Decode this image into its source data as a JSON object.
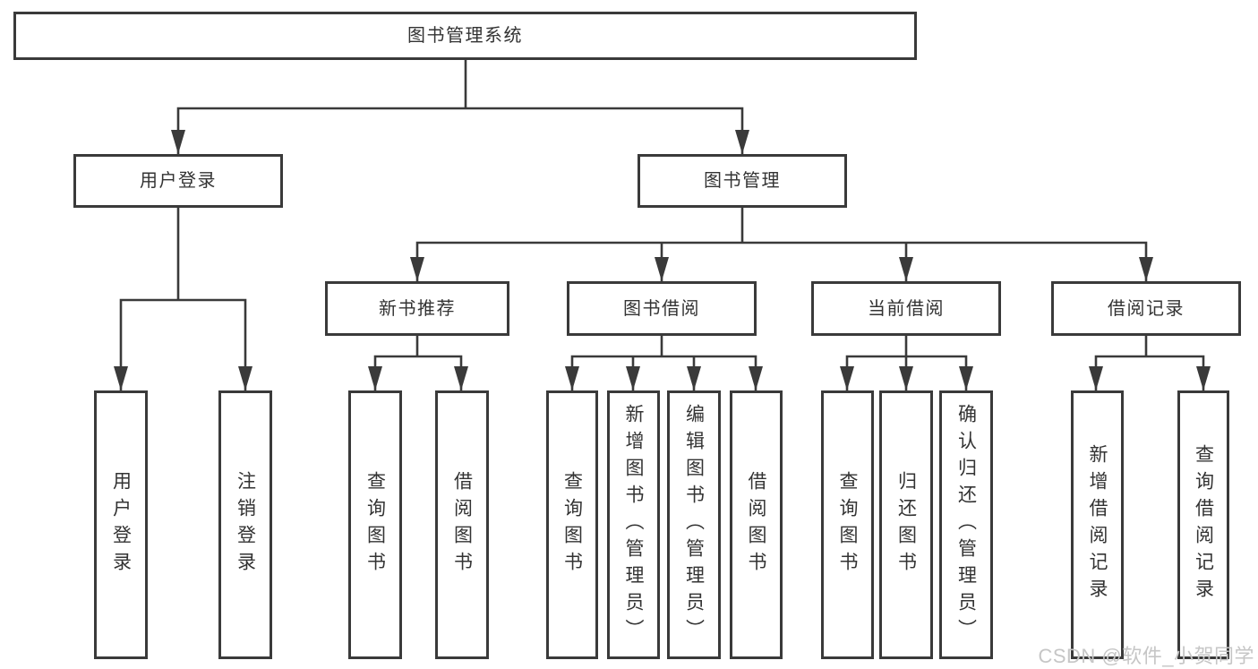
{
  "nodes": {
    "root": "图书管理系统",
    "level2": [
      "用户登录",
      "图书管理"
    ],
    "level3": [
      "新书推荐",
      "图书借阅",
      "当前借阅",
      "借阅记录"
    ],
    "leaves_user": [
      "用户登录",
      "注销登录"
    ],
    "leaves_new": [
      "查询图书",
      "借阅图书"
    ],
    "leaves_borrow": [
      "查询图书",
      "新增图书（管理员）",
      "编辑图书（管理员）",
      "借阅图书"
    ],
    "leaves_current": [
      "查询图书",
      "归还图书",
      "确认归还（管理员）"
    ],
    "leaves_records": [
      "新增借阅记录",
      "查询借阅记录"
    ]
  },
  "watermark": {
    "text": "CSDN @软件_小贺同学"
  },
  "colors": {
    "line": "#3a3a3a",
    "text": "#333333",
    "bg": "#ffffff",
    "watermark": "#c6c6c6"
  }
}
